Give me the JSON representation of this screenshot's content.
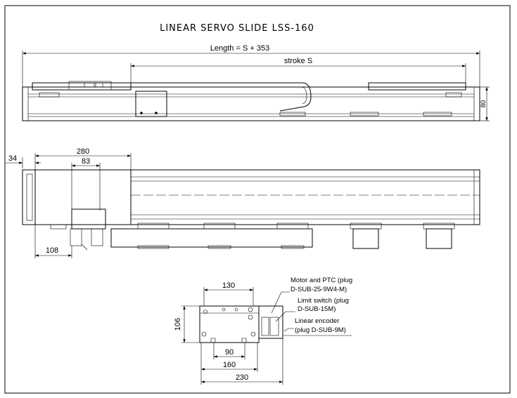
{
  "title": "LINEAR SERVO SLIDE LSS-160",
  "top_view": {
    "length_label": "Length = S + 353",
    "stroke_label": "stroke S",
    "height_label": "80"
  },
  "side_view": {
    "dim_34": "34",
    "dim_280": "280",
    "dim_83": "83",
    "dim_108": "108"
  },
  "end_view": {
    "dim_130": "130",
    "dim_106": "106",
    "dim_90": "90",
    "dim_160": "160",
    "dim_230": "230",
    "callouts": [
      {
        "line1": "Motor and PTC (plug",
        "line2": "D-SUB-25-9W4-M)"
      },
      {
        "line1": "Limit switch (plug",
        "line2": "D-SUB-15M)"
      },
      {
        "line1": "Linear encoder",
        "line2": "(plug D-SUB-9M)"
      }
    ]
  }
}
